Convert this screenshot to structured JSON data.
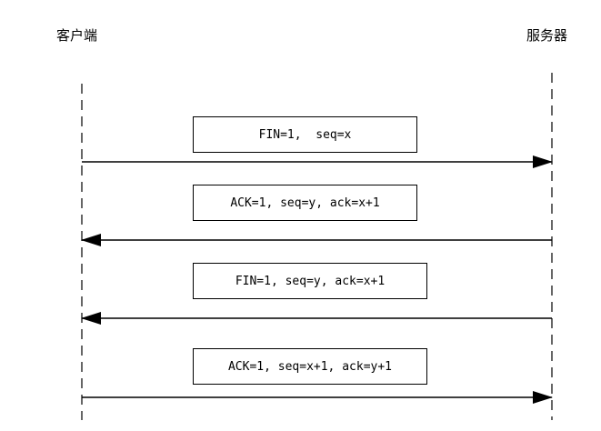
{
  "participants": {
    "client": "客户端",
    "server": "服务器"
  },
  "messages": [
    {
      "label": "FIN=1,  seq=x",
      "direction": "client-to-server"
    },
    {
      "label": "ACK=1, seq=y, ack=x+1",
      "direction": "server-to-client"
    },
    {
      "label": "FIN=1, seq=y, ack=x+1",
      "direction": "server-to-client"
    },
    {
      "label": "ACK=1, seq=x+1, ack=y+1",
      "direction": "client-to-server"
    }
  ]
}
